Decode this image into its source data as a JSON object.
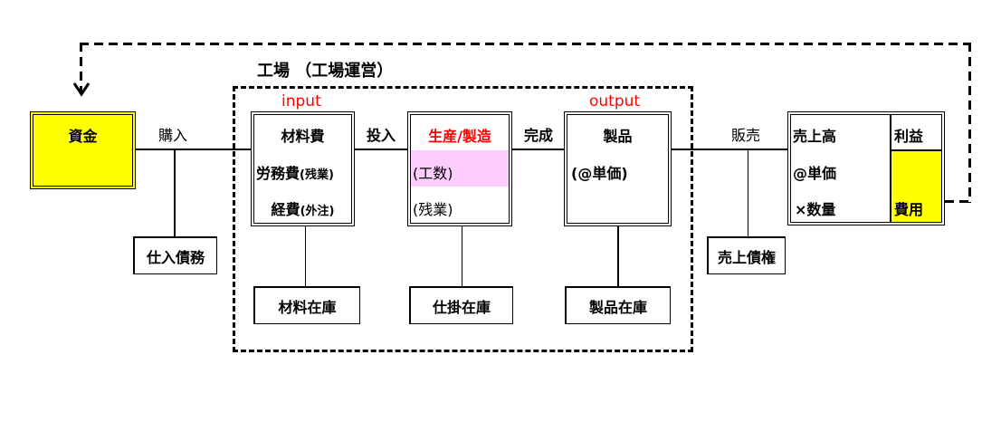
{
  "colors": {
    "funds_fill": "#ffff00",
    "expense_fill": "#ffff00",
    "highlight_fill": "#ffccff",
    "accent_text": "#ff0000"
  },
  "factory": {
    "title": "工場 （工場運営）",
    "input_label": "input",
    "output_label": "output"
  },
  "funds": {
    "label": "資金"
  },
  "flows": {
    "purchase": "購入",
    "input": "投入",
    "complete": "完成",
    "sales": "販売"
  },
  "materials_box": {
    "lines": [
      "材料費",
      "労務費",
      "(残業)",
      "経費",
      "(外注)"
    ]
  },
  "production_box": {
    "title": "生産/製造",
    "lines": [
      "(工数)",
      "(残業)"
    ]
  },
  "product_box": {
    "title": "製品",
    "lines": [
      "(@単価)"
    ]
  },
  "revenue_box": {
    "lines": [
      "売上高",
      "@単価",
      "×数量"
    ],
    "profit": "利益",
    "expense": "費用"
  },
  "balances": {
    "payables": "仕入債務",
    "material_inventory": "材料在庫",
    "wip_inventory": "仕掛在庫",
    "product_inventory": "製品在庫",
    "receivables": "売上債権"
  },
  "icons": {
    "feedback_arrow": "arrow-down-icon"
  }
}
